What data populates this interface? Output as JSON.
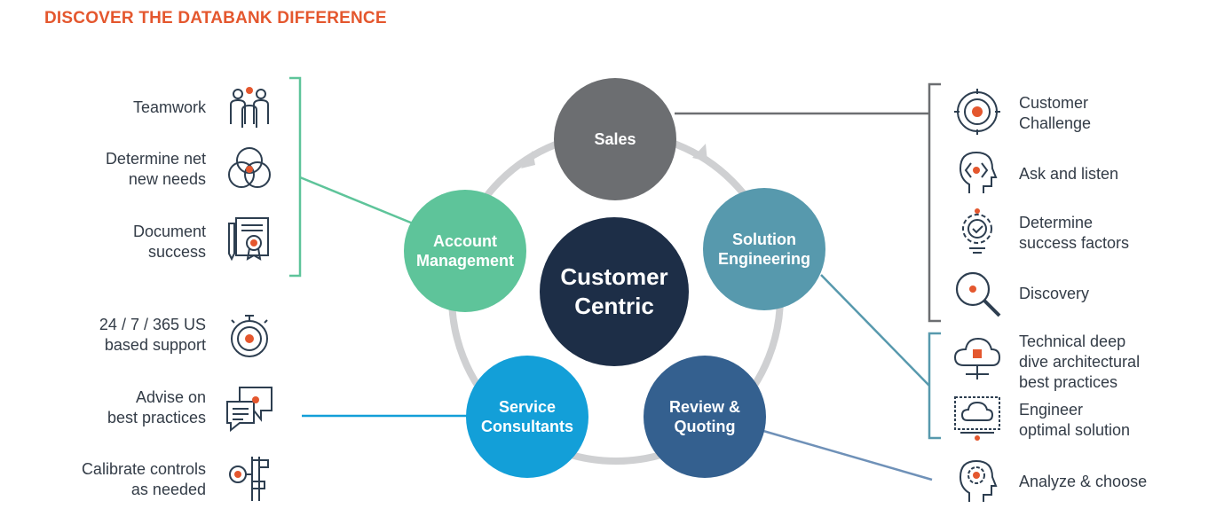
{
  "title": "DISCOVER THE DATABANK DIFFERENCE",
  "center": "Customer\nCentric",
  "stages": {
    "sales": "Sales",
    "solution": "Solution\nEngineering",
    "review": "Review &\nQuoting",
    "service": "Service\nConsultants",
    "account": "Account\nManagement"
  },
  "left_items": [
    {
      "label": "Teamwork",
      "icon": "team-icon"
    },
    {
      "label": "Determine net\nnew needs",
      "icon": "venn-icon"
    },
    {
      "label": "Document\nsuccess",
      "icon": "certificate-icon"
    },
    {
      "label": "24 / 7 / 365 US\nbased support",
      "icon": "stopwatch-icon"
    },
    {
      "label": "Advise on\nbest practices",
      "icon": "chat-icon"
    },
    {
      "label": "Calibrate controls\nas needed",
      "icon": "caliper-icon"
    }
  ],
  "right_items": [
    {
      "label": "Customer\nChallenge",
      "icon": "target-icon"
    },
    {
      "label": "Ask and listen",
      "icon": "head-icon"
    },
    {
      "label": "Determine\nsuccess factors",
      "icon": "gear-check-icon"
    },
    {
      "label": "Discovery",
      "icon": "magnifier-icon"
    },
    {
      "label": "Technical deep\ndive architectural\nbest practices",
      "icon": "cloud-chip-icon"
    },
    {
      "label": "Engineer\noptimal solution",
      "icon": "cloud-screen-icon"
    },
    {
      "label": "Analyze & choose",
      "icon": "head-gear-icon"
    }
  ],
  "colors": {
    "title": "#e4572e",
    "sales": "#6c6e71",
    "solution": "#5799ad",
    "review": "#34608f",
    "service": "#139fd8",
    "account": "#5ec49a",
    "center": "#1d2e47",
    "accent": "#e4572e",
    "icon": "#2d3e50"
  }
}
